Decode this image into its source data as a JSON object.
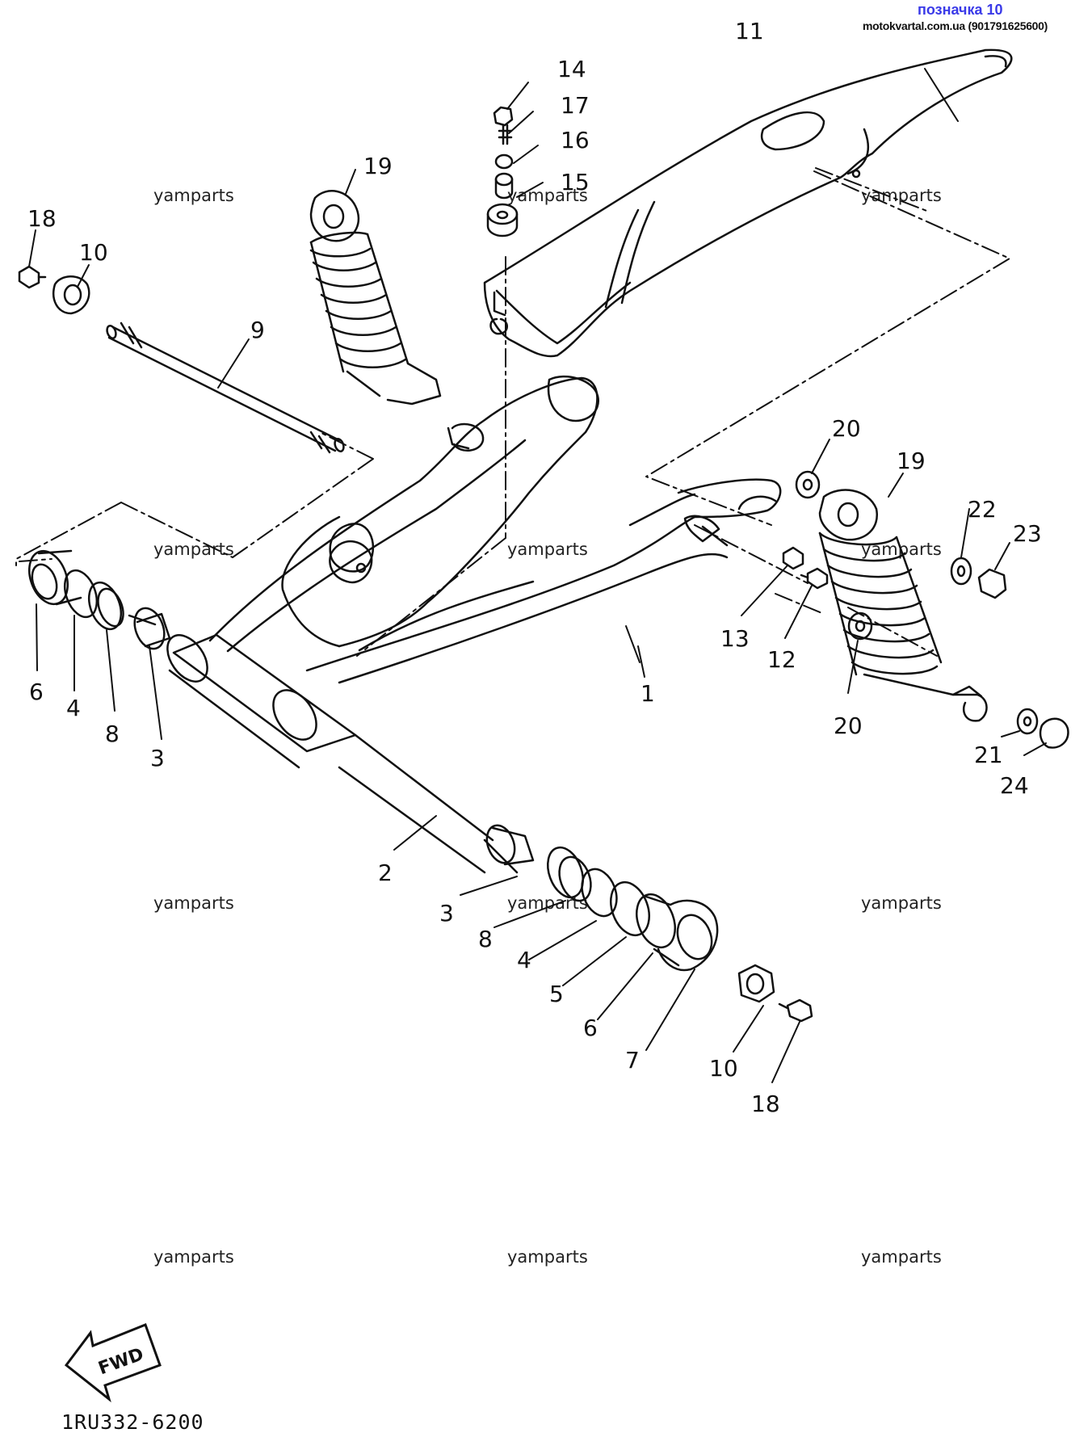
{
  "header": {
    "title": "позначка 10",
    "subtitle": "motokvartal.com.ua (901791625600)"
  },
  "watermark": "yamparts",
  "document_code": "1RU332-6200",
  "fwd_arrow_text": "FWD",
  "part_callouts": [
    "1",
    "2",
    "3",
    "4",
    "5",
    "6",
    "7",
    "8",
    "9",
    "10",
    "11",
    "12",
    "13",
    "14",
    "15",
    "16",
    "17",
    "18",
    "19",
    "20",
    "21",
    "22",
    "23",
    "24"
  ]
}
